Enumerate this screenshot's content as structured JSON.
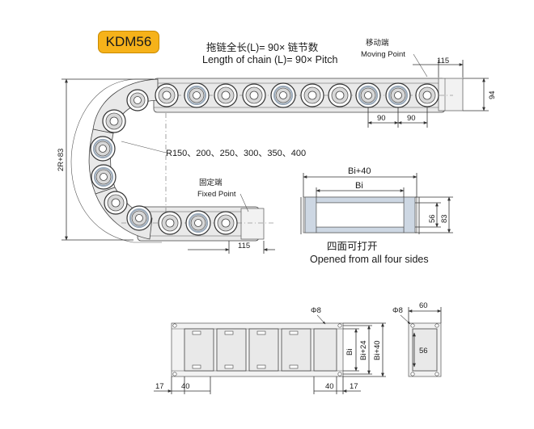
{
  "model": "KDM56",
  "chain_length_cn": "拖链全长(L)= 90× 链节数",
  "chain_length_en": "Length of chain (L)= 90× Pitch",
  "moving_point_cn": "移动端",
  "moving_point_en": "Moving Point",
  "fixed_point_cn": "固定端",
  "fixed_point_en": "Fixed Point",
  "radius_options": "R150、200、250、300、350、400",
  "opened_cn": "四面可打开",
  "opened_en": "Opened from all four sides",
  "dimensions": {
    "end_length_top": "115",
    "end_length_bottom": "115",
    "height_outer": "94",
    "pitch_1": "90",
    "pitch_2": "90",
    "bend_height": "2R+83",
    "width_outer": "Bi+40",
    "width_inner": "Bi",
    "inner_height": "56",
    "outer_height": "83",
    "hole_diameter_1": "Φ8",
    "hole_diameter_2": "Φ8",
    "bracket_width": "60",
    "bracket_height": "56",
    "side_a": "17",
    "side_b": "40",
    "side_c": "40",
    "side_d": "17",
    "bi_label": "Bi",
    "bi24_label": "Bi+24",
    "bi40_label": "Bi+40"
  }
}
